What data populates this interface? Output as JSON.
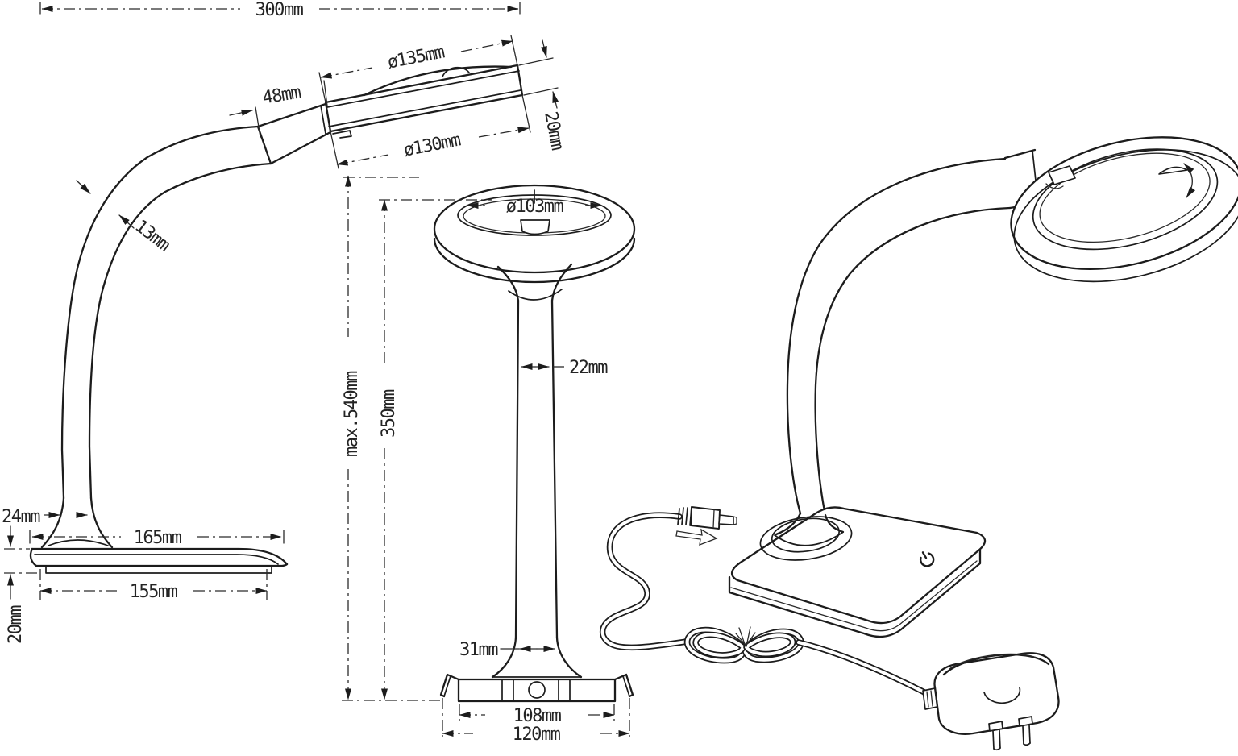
{
  "drawing": {
    "background": "#ffffff",
    "line_color": "#1c1c1c",
    "dimensions": {
      "overall_depth": {
        "label": "300mm"
      },
      "head_outer_diameter": {
        "label": "ø135mm"
      },
      "head_joint_length": {
        "label": "48mm"
      },
      "head_lower_diameter": {
        "label": "ø130mm"
      },
      "head_thickness": {
        "label": "20mm"
      },
      "gooseneck_tube_diameter": {
        "label": "13mm"
      },
      "column_bottom_depth": {
        "label": "24mm"
      },
      "base_top_depth": {
        "label": "165mm"
      },
      "base_bottom_depth": {
        "label": "155mm"
      },
      "base_height": {
        "label": "20mm"
      },
      "max_overall_height": {
        "label": "max.540mm"
      },
      "column_height": {
        "label": "350mm"
      },
      "lens_inner_diameter": {
        "label": "ø103mm"
      },
      "column_width": {
        "label": "22mm"
      },
      "column_foot_width": {
        "label": "31mm"
      },
      "base_inner_width": {
        "label": "108mm"
      },
      "base_outer_width": {
        "label": "120mm"
      }
    }
  }
}
